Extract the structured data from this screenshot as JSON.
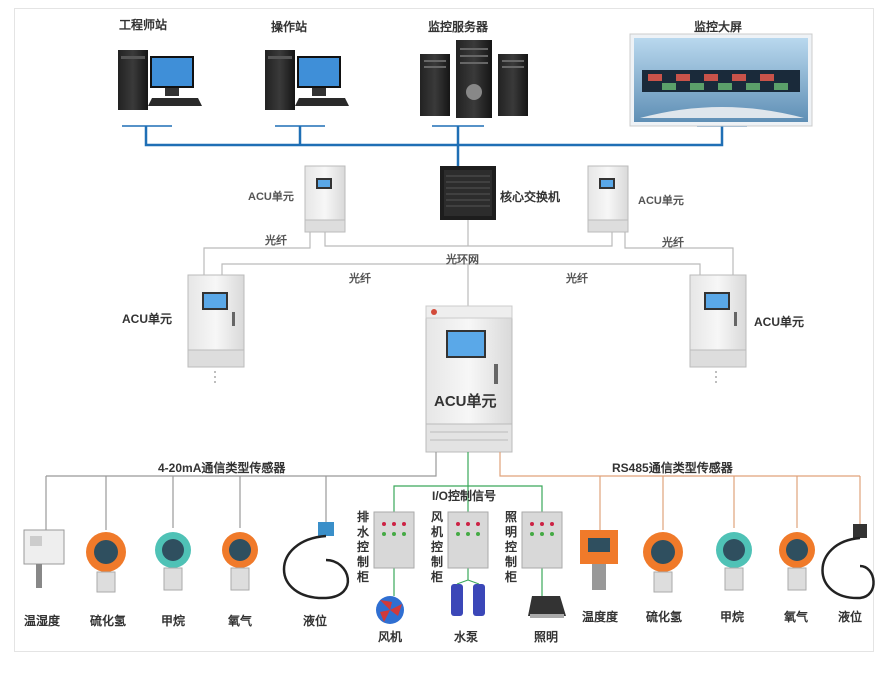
{
  "top_devices": {
    "engineer": "工程师站",
    "operator": "操作站",
    "server": "监控服务器",
    "screen": "监控大屏"
  },
  "network": {
    "core_switch": "核心交换机",
    "acu_top_left": "ACU单元",
    "acu_top_right": "ACU单元",
    "acu_mid_left": "ACU单元",
    "acu_mid_right": "ACU单元",
    "acu_center": "ACU单元",
    "fiber_1": "光纤",
    "fiber_2": "光纤",
    "fiber_3": "光纤",
    "fiber_4": "光纤",
    "ring": "光环网"
  },
  "groups": {
    "analog": "4-20mA通信类型传感器",
    "io": "I/O控制信号",
    "rs485": "RS485通信类型传感器"
  },
  "left_sensors": [
    "温湿度",
    "硫化氢",
    "甲烷",
    "氧气",
    "液位"
  ],
  "right_sensors": [
    "温度度",
    "硫化氢",
    "甲烷",
    "氧气",
    "液位"
  ],
  "cabinets": {
    "drain": "排水控制柜",
    "fan": "风机控制柜",
    "light": "照明控制柜"
  },
  "actuators": {
    "fan": "风机",
    "pump": "水泵",
    "light": "照明"
  },
  "colors": {
    "top_bus": "#1f6fb5",
    "fiber": "#bbbbbb",
    "analog_line": "#999999",
    "io_line": "#3aa85a",
    "rs485_line": "#e0a27a"
  }
}
